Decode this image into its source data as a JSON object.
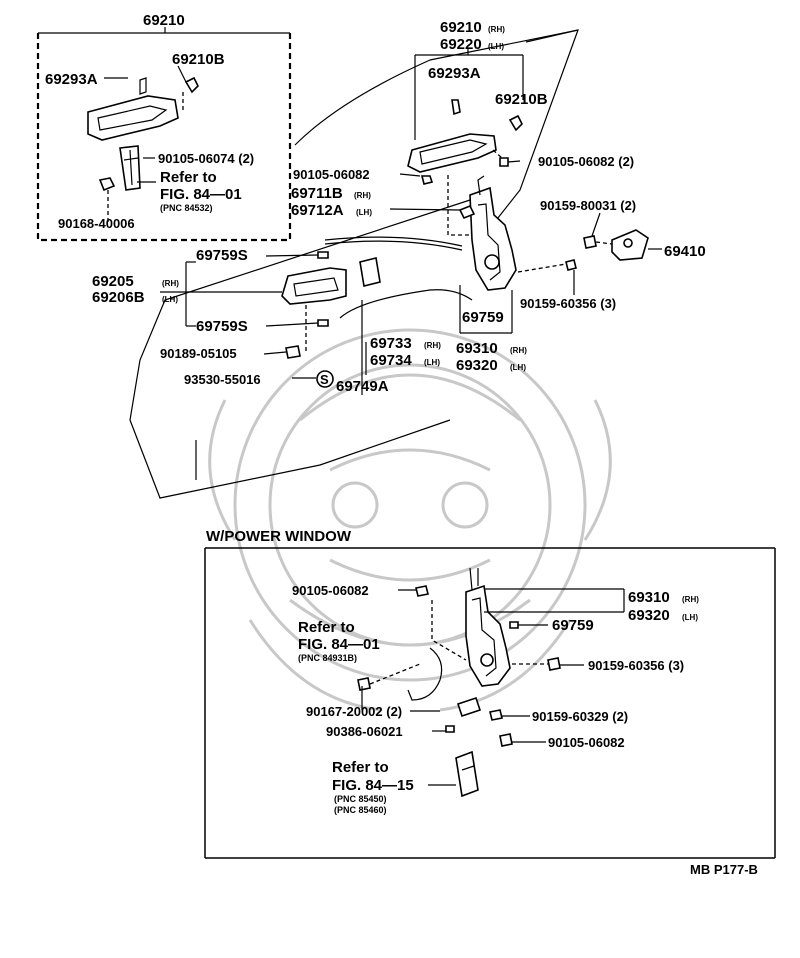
{
  "labels": {
    "a_69210": "69210",
    "a_69210b": "69210B",
    "a_69293a": "69293A",
    "a_90105_06074": "90105-06074 (2)",
    "refer1": "Refer to",
    "fig1": "FIG. 84—01",
    "pnc1": "(PNC 84532)",
    "a_90168": "90168-40006",
    "b_69210": "69210",
    "b_69210_sub": "(RH)",
    "b_69220": "69220",
    "b_69220_sub": "(LH)",
    "b_69293a": "69293A",
    "b_69210b": "69210B",
    "b_90105_06082r": "90105-06082 (2)",
    "b_90105_06082l": "90105-06082",
    "b_69711b": "69711B",
    "b_69711b_sub": "(RH)",
    "b_69712a": "69712A",
    "b_69712a_sub": "(LH)",
    "b_90159_80031": "90159-80031 (2)",
    "b_69410": "69410",
    "b_69759s_top": "69759S",
    "b_69205": "69205",
    "b_69205_sub": "(RH)",
    "b_69206b": "69206B",
    "b_69206b_sub": "(LH)",
    "b_90159_60356": "90159-60356 (3)",
    "b_69759": "69759",
    "b_69759s_bot": "69759S",
    "b_69733": "69733",
    "b_69733_sub": "(RH)",
    "b_69734": "69734",
    "b_69734_sub": "(LH)",
    "b_90189": "90189-05105",
    "b_69310": "69310",
    "b_69310_sub": "(RH)",
    "b_69320": "69320",
    "b_69320_sub": "(LH)",
    "b_93530": "93530-55016",
    "b_s": "S",
    "b_69749a": "69749A",
    "pw_title": "W/POWER WINDOW",
    "pw_90105_06082a": "90105-06082",
    "pw_69310": "69310",
    "pw_69310_sub": "(RH)",
    "pw_69320": "69320",
    "pw_69320_sub": "(LH)",
    "pw_refer": "Refer to",
    "pw_fig": "FIG. 84—01",
    "pw_pnc": "(PNC 84931B)",
    "pw_69759": "69759",
    "pw_90159_60356": "90159-60356 (3)",
    "pw_90167": "90167-20002 (2)",
    "pw_90159_60329": "90159-60329 (2)",
    "pw_90386": "90386-06021",
    "pw_90105_06082b": "90105-06082",
    "pw_refer2": "Refer to",
    "pw_fig2": "FIG. 84—15",
    "pw_pnc2a": "(PNC 85450)",
    "pw_pnc2b": "(PNC 85460)",
    "footer": "MB P177-B"
  }
}
